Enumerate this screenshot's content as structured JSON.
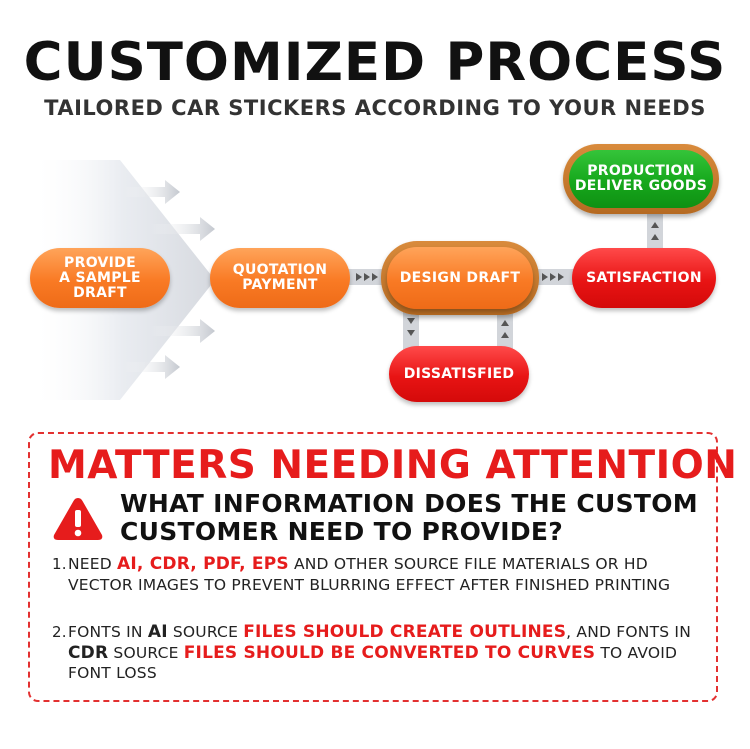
{
  "header": {
    "title": "CUSTOMIZED PROCESS",
    "subtitle": "TAILORED CAR STICKERS ACCORDING TO YOUR NEEDS"
  },
  "flow": {
    "provide_sample": [
      "PROVIDE",
      "A SAMPLE",
      "DRAFT"
    ],
    "quotation_payment": [
      "QUOTATION",
      "PAYMENT"
    ],
    "design_draft": "DESIGN DRAFT",
    "satisfaction": "SATISFACTION",
    "production": [
      "PRODUCTION",
      "DELIVER GOODS"
    ],
    "dissatisfied": "DISSATISFIED"
  },
  "attention": {
    "title": "MATTERS NEEDING ATTENTION",
    "question": "WHAT INFORMATION DOES THE CUSTOM CUSTOMER NEED TO PROVIDE?",
    "note1": {
      "num": "1.",
      "p1": "NEED ",
      "h1": "AI, CDR, PDF, EPS",
      "p2": " AND OTHER SOURCE FILE MATERIALS OR HD     VECTOR IMAGES TO PREVENT BLURRING EFFECT AFTER FINISHED PRINTING"
    },
    "note2": {
      "num": "2.",
      "p1": "FONTS IN ",
      "b1": "AI",
      "p2": " SOURCE ",
      "h1": "FILES SHOULD CREATE OUTLINES",
      "p3": ", AND FONTS IN ",
      "b2": "CDR",
      "p4": " SOURCE ",
      "h2": "FILES SHOULD BE CONVERTED TO CURVES",
      "p5": " TO AVOID FONT LOSS"
    }
  },
  "colors": {
    "orange": "#f97a24",
    "red": "#e61c1c",
    "green": "#16a81c",
    "ring": "#c97b30"
  },
  "icons": {
    "warning": "warning-triangle-icon"
  }
}
